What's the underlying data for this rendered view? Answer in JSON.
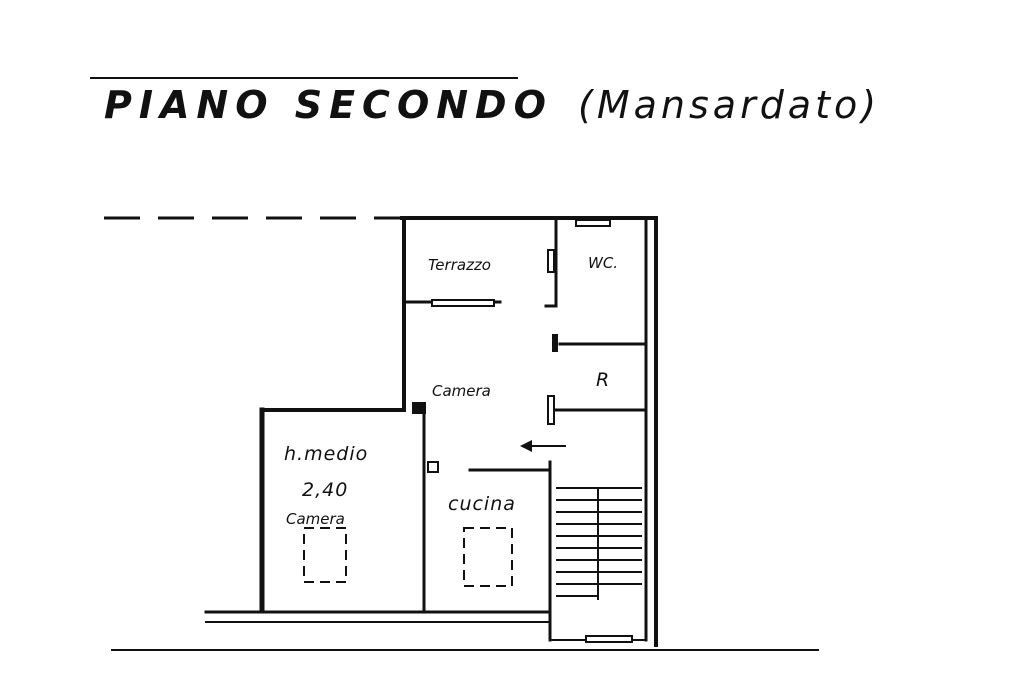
{
  "title": "PIANO SECONDO",
  "subtitle": "(Mansardato)",
  "rooms": {
    "terrazzo": "Terrazzo",
    "wc": "WC.",
    "ripostiglio": "R",
    "camera_hall": "Camera",
    "height_label": "h.medio",
    "height_value": "2,40",
    "camera_left": "Camera",
    "cucina": "cucina"
  }
}
